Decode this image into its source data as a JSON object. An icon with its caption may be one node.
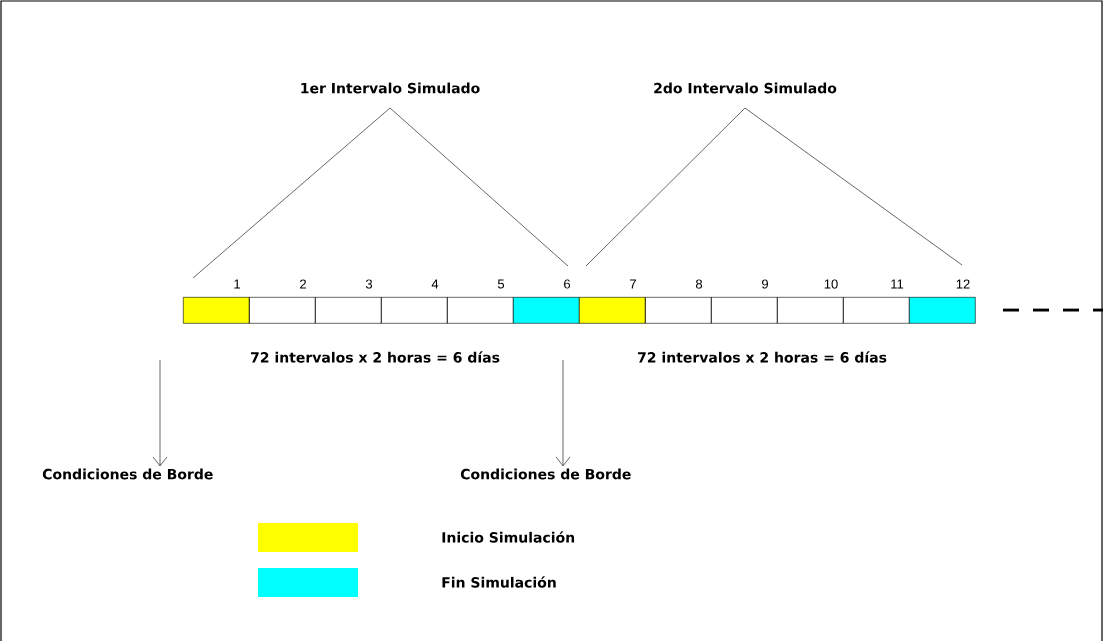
{
  "diagram": {
    "nodes": [
      {
        "text": [],
        "shape": "box",
        "beside": [
          "1"
        ]
      },
      {
        "text": [],
        "shape": "box",
        "beside": [
          "2"
        ]
      },
      {
        "text": [],
        "shape": "box",
        "beside": [
          "3"
        ]
      },
      {
        "text": [],
        "shape": "box",
        "beside": [
          "4"
        ]
      },
      {
        "text": [],
        "shape": "box",
        "beside": [
          "5"
        ]
      },
      {
        "text": [],
        "shape": "box",
        "beside": [
          "6"
        ]
      },
      {
        "text": [],
        "shape": "box",
        "beside": [
          "7"
        ]
      },
      {
        "text": [],
        "shape": "box",
        "beside": [
          "8"
        ]
      },
      {
        "text": [],
        "shape": "box",
        "beside": [
          "9"
        ]
      },
      {
        "text": [],
        "shape": "box",
        "beside": [
          "10"
        ]
      },
      {
        "text": [],
        "shape": "box",
        "beside": [
          "11"
        ]
      },
      {
        "text": [],
        "shape": "box",
        "beside": [
          "12"
        ]
      },
      {
        "text": [
          "Condiciones de Borde"
        ]
      },
      {
        "text": [
          "Condiciones de Borde"
        ]
      }
    ],
    "edges": [
      {
        "from": null,
        "to": 12,
        "arrow": "to"
      },
      {
        "from": null,
        "to": 13,
        "arrow": "to"
      }
    ],
    "labels": [
      "1er Intervalo Simulado",
      "2do Intervalo Simulado",
      "72 intervalos x 2 horas = 6 días",
      "72 intervalos x 2 horas = 6 días"
    ],
    "legend": [
      {
        "text": "Inicio Simulación",
        "color": "#ffff00"
      },
      {
        "text": "Fin Simulación",
        "color": "#00ffff"
      }
    ]
  }
}
